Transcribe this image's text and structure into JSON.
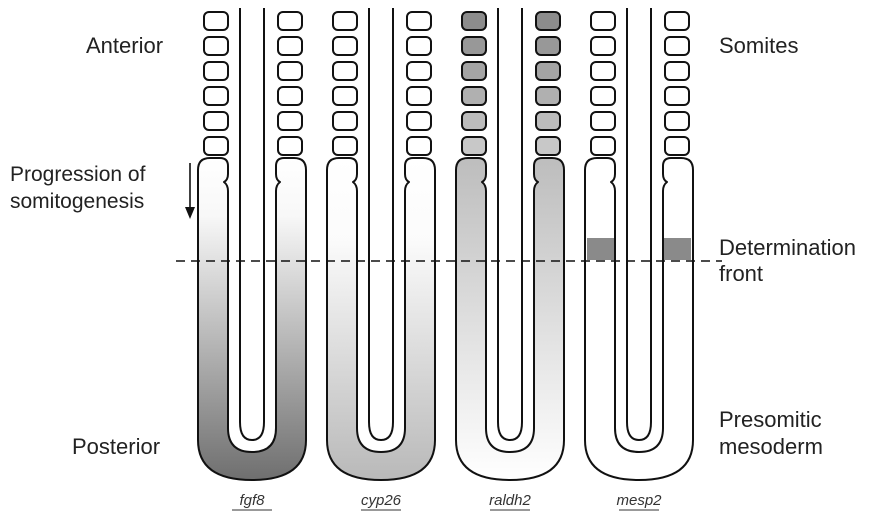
{
  "labels": {
    "anterior": "Anterior",
    "posterior": "Posterior",
    "progression_line1": "Progression of",
    "progression_line2": "somitogenesis",
    "somites": "Somites",
    "determination_line1": "Determination",
    "determination_line2": "front",
    "psm_line1": "Presomitic",
    "psm_line2": "mesoderm"
  },
  "genes": [
    {
      "name": "fgf8",
      "pattern": "posterior-gradient-strong"
    },
    {
      "name": "cyp26",
      "pattern": "posterior-gradient-weak"
    },
    {
      "name": "raldh2",
      "pattern": "anterior-gradient"
    },
    {
      "name": "mesp2",
      "pattern": "determination-stripe"
    }
  ],
  "somites_per_side": 6,
  "colors": {
    "outline": "#111111",
    "dark_shade": "#6f6f6f",
    "mid_shade": "#9a9a9a",
    "light_shade": "#d6d6d6",
    "stripe": "#8a8a8a"
  }
}
